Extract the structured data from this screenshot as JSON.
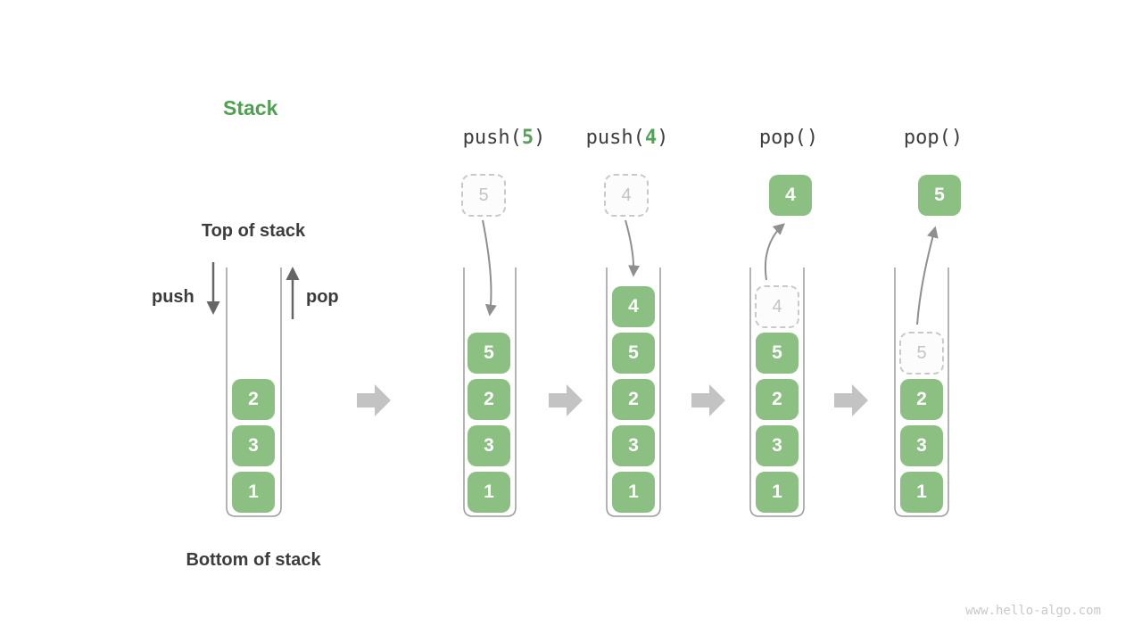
{
  "title": "Stack",
  "labels": {
    "top_of_stack": "Top of stack",
    "bottom_of_stack": "Bottom of stack",
    "push": "push",
    "pop": "pop"
  },
  "operations": [
    {
      "prefix": "push(",
      "arg": "5",
      "suffix": ")"
    },
    {
      "prefix": "push(",
      "arg": "4",
      "suffix": ")"
    },
    {
      "prefix": "pop(",
      "arg": "",
      "suffix": ")"
    },
    {
      "prefix": "pop(",
      "arg": "",
      "suffix": ")"
    }
  ],
  "columns": [
    {
      "name": "initial",
      "slots": {
        "c": "2",
        "d": "3",
        "e": "1"
      }
    },
    {
      "name": "after-push-5",
      "floating": "5",
      "slots": {
        "b": "5",
        "c": "2",
        "d": "3",
        "e": "1"
      }
    },
    {
      "name": "after-push-4",
      "floating": "4",
      "slots": {
        "a": "4",
        "b": "5",
        "c": "2",
        "d": "3",
        "e": "1"
      }
    },
    {
      "name": "pop-returns-4",
      "floating": "4",
      "removed_slot": "a",
      "slots": {
        "a": "4",
        "b": "5",
        "c": "2",
        "d": "3",
        "e": "1"
      }
    },
    {
      "name": "pop-returns-5",
      "floating": "5",
      "removed_slot": "b",
      "slots": {
        "b": "5",
        "c": "2",
        "d": "3",
        "e": "1"
      }
    }
  ],
  "watermark": "www.hello-algo.com",
  "colors": {
    "title_green": "#4CA24F",
    "accent_green": "#55A155",
    "cell_green": "#8CBF82",
    "cell_text": "#FFFFFF",
    "dashed_border": "#C9C9C9",
    "dashed_text": "#C4C4C4",
    "dark_text": "#3C3C3C",
    "motion_arrow_gray": "#8F8F8F",
    "flow_arrow_gray": "#C3C3C3",
    "container_outline": "#9B9B9B",
    "watermark_gray": "#C9C9C9"
  }
}
